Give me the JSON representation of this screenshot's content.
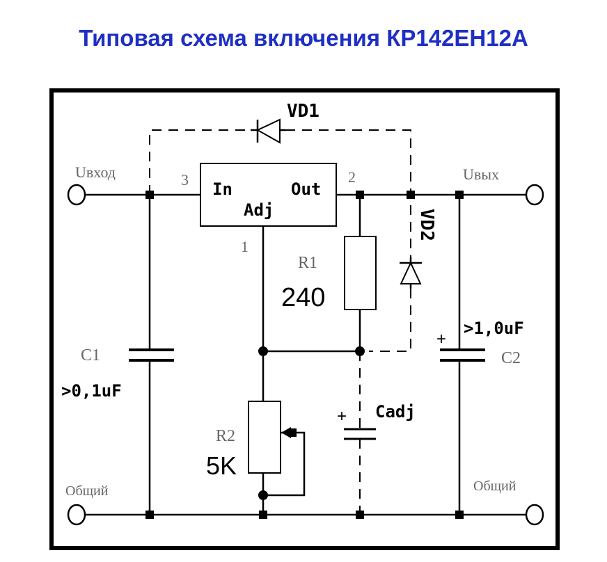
{
  "title": "Типовая схема включения КР142ЕН12А",
  "title_color": "#1f2fc4",
  "ic": {
    "pin_in": "In",
    "pin_out": "Out",
    "pin_adj": "Adj",
    "pin3": "3",
    "pin2": "2",
    "pin1": "1"
  },
  "labels": {
    "u_in": "Uвход",
    "u_out": "Uвых",
    "common_left": "Общий",
    "common_right": "Общий",
    "vd1": "VD1",
    "vd2": "VD2",
    "r1": "R1",
    "r1_value": "240",
    "r2": "R2",
    "r2_value": "5K",
    "c1": "C1",
    "c1_value": ">0,1uF",
    "c2": "C2",
    "c2_value": ">1,0uF",
    "cadj": "Cadj",
    "plus": "+"
  }
}
